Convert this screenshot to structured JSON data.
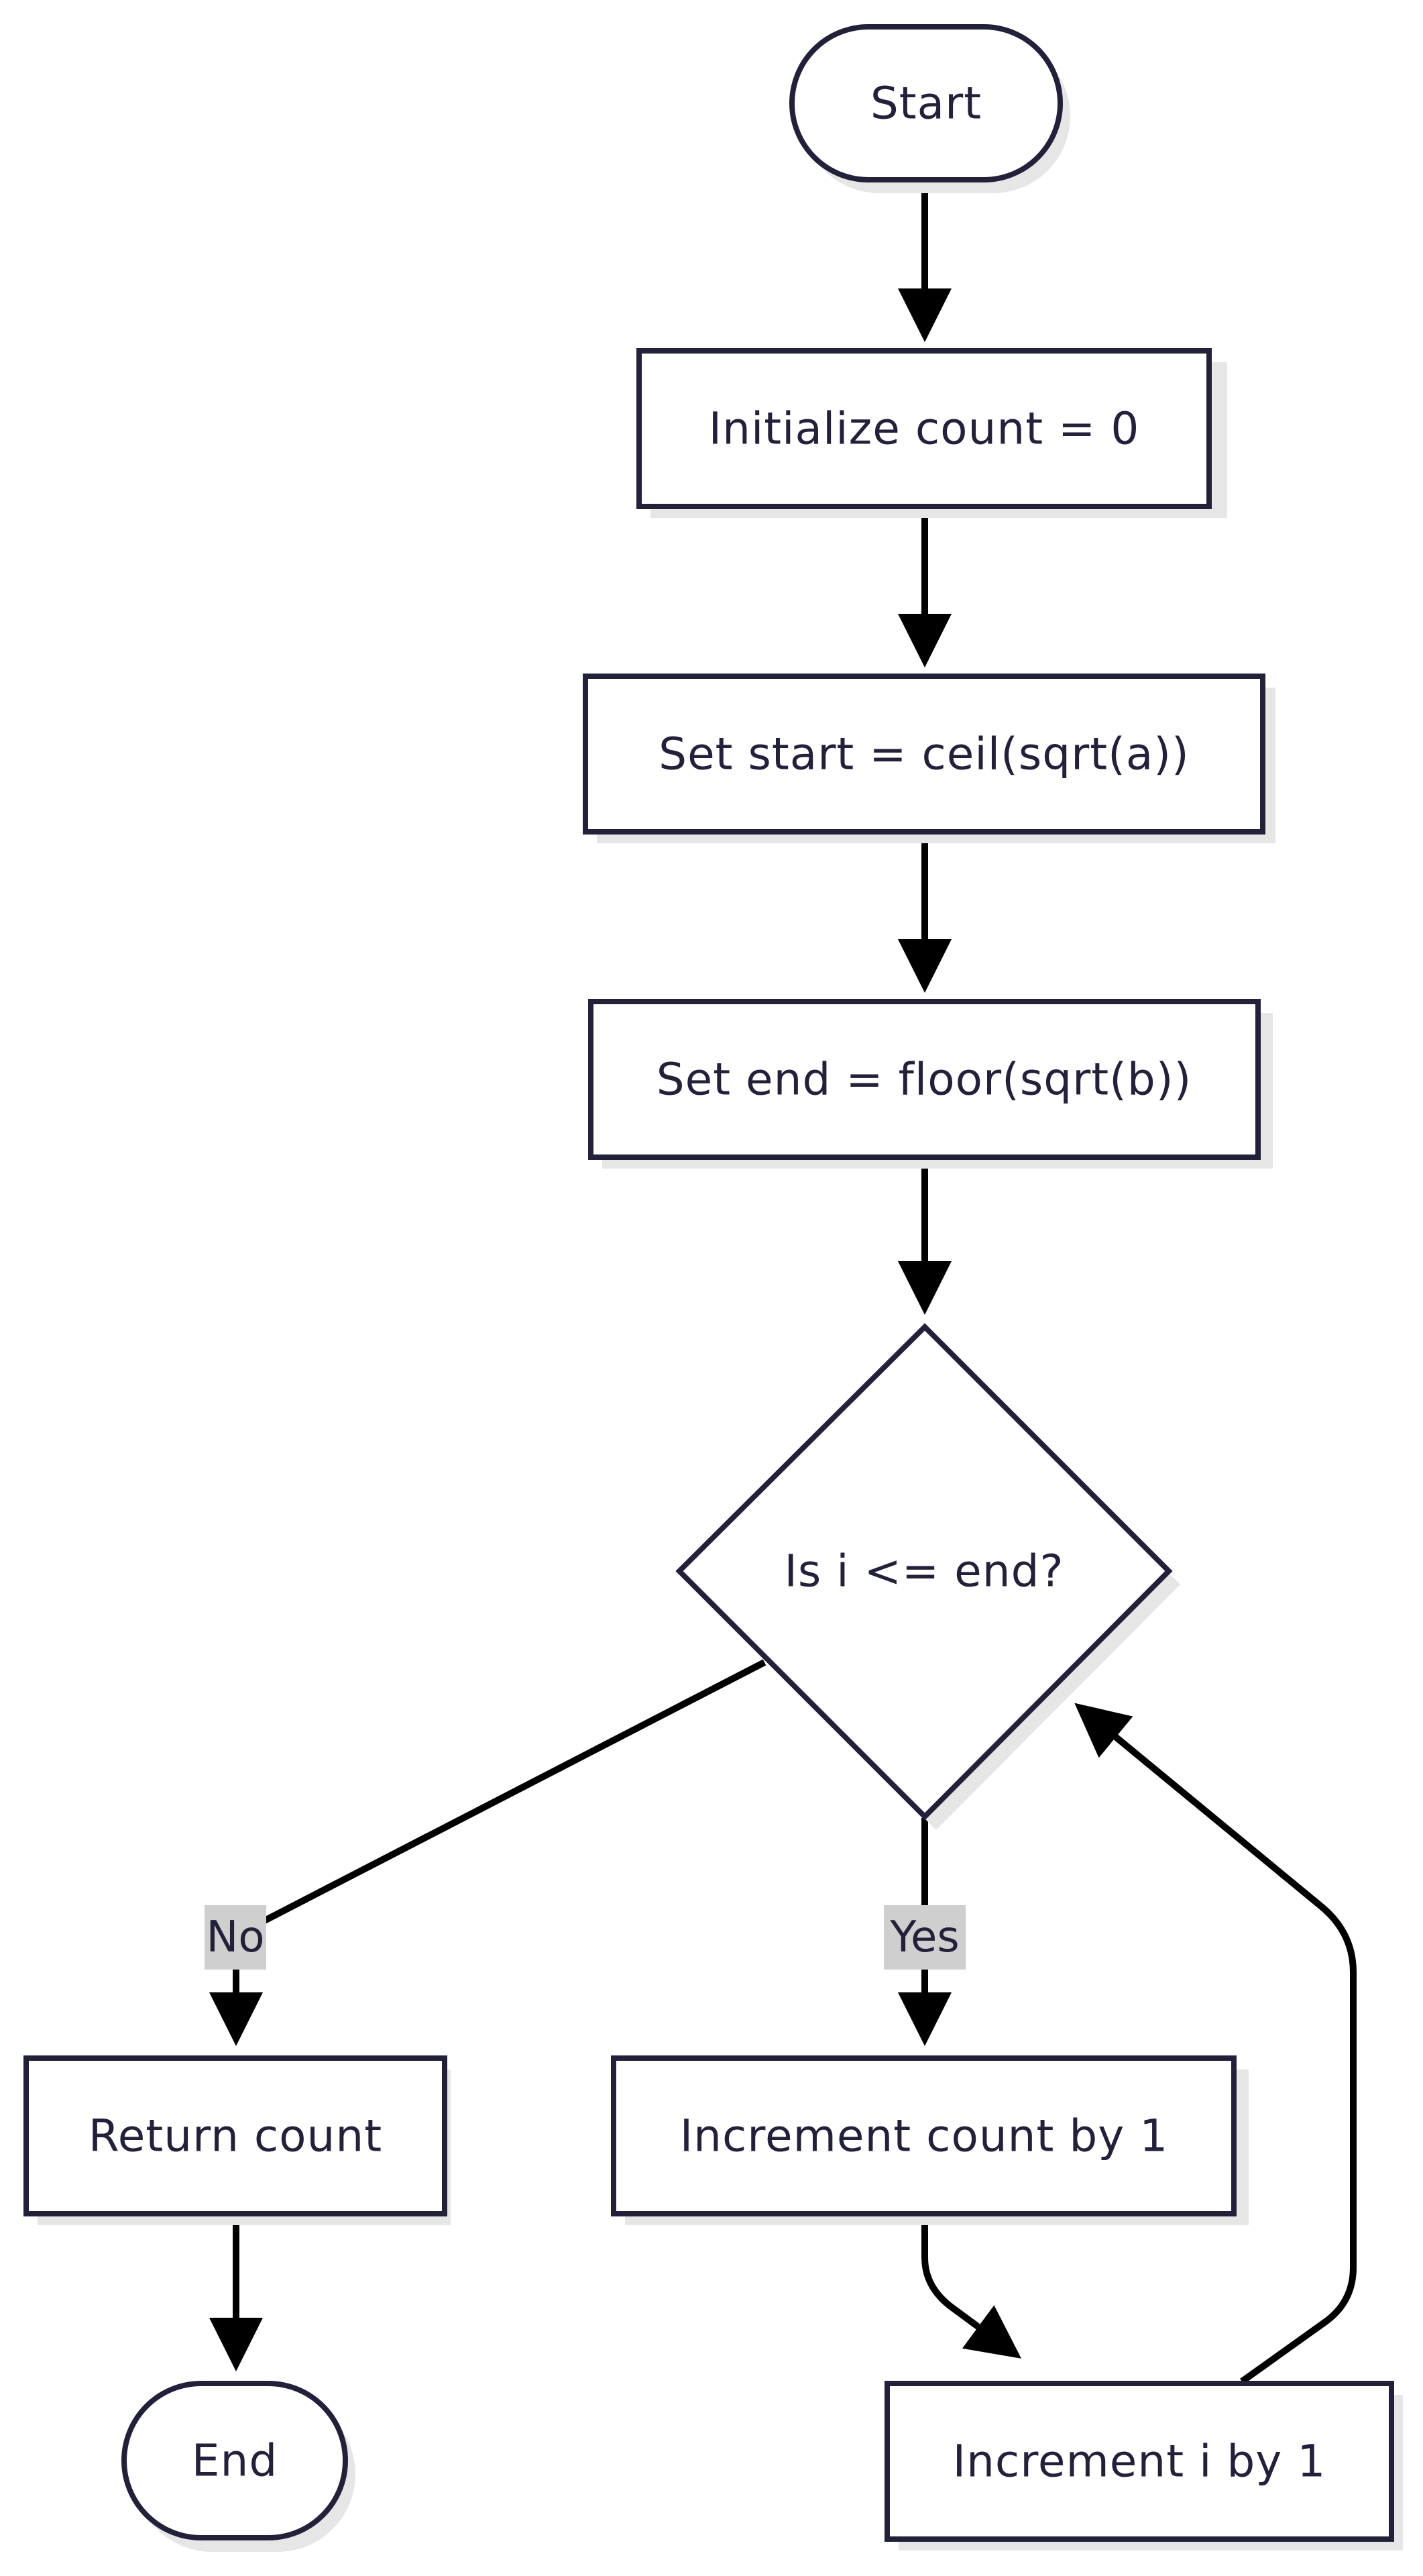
{
  "diagram": {
    "nodes": {
      "start": "Start",
      "init_count": "Initialize count = 0",
      "set_start": "Set start = ceil(sqrt(a))",
      "set_end": "Set end = floor(sqrt(b))",
      "decision": "Is i <= end?",
      "return_count": "Return count",
      "end": "End",
      "inc_count": "Increment count by 1",
      "inc_i": "Increment i by 1"
    },
    "edges": {
      "no_label": "No",
      "yes_label": "Yes"
    },
    "colors": {
      "node_border": "#23213a",
      "node_fill": "#ffffff",
      "shadow": "#e6e6e6",
      "edge": "#000000",
      "edge_label_bg": "#cfcfcf",
      "text": "#23213a"
    }
  }
}
